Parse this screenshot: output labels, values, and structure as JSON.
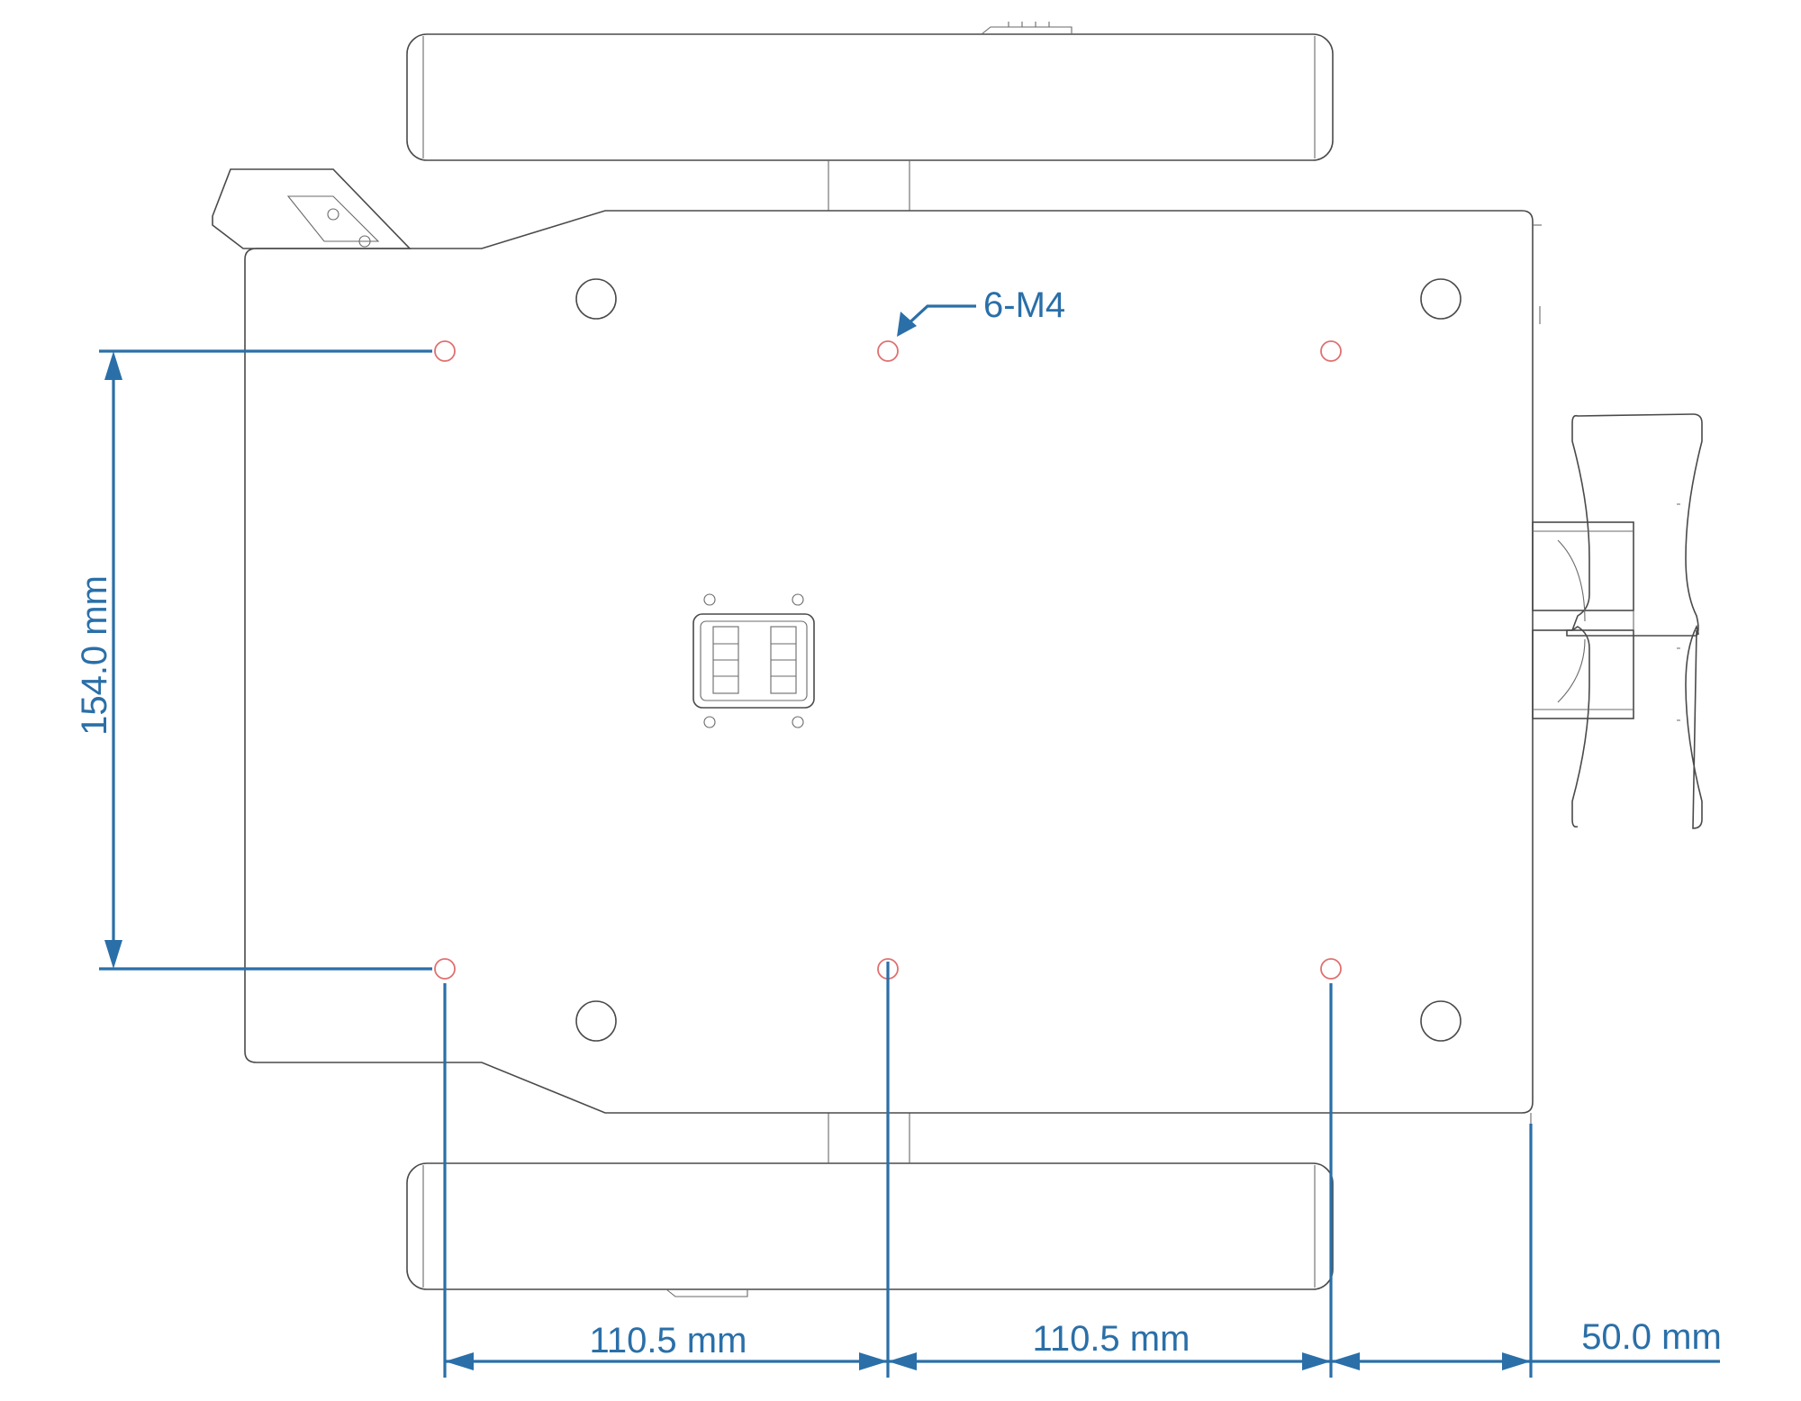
{
  "colors": {
    "dimension": "#2a6fa8",
    "outline": "#4a4a4a",
    "mount_hole": "#e07070",
    "background": "#ffffff"
  },
  "callout": {
    "label": "6-M4"
  },
  "dimensions": {
    "vertical": {
      "label": "154.0 mm"
    },
    "horizontal_left": {
      "label": "110.5 mm"
    },
    "horizontal_middle": {
      "label": "110.5 mm"
    },
    "horizontal_right": {
      "label": "50.0 mm"
    }
  }
}
